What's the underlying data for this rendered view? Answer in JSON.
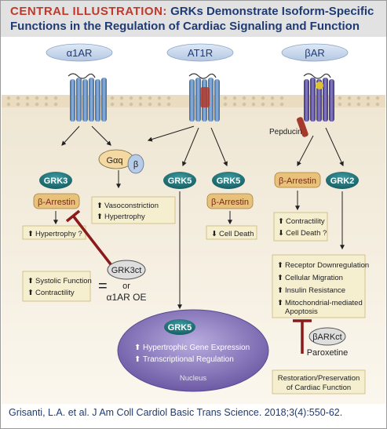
{
  "title": {
    "prefix": "CENTRAL ILLUSTRATION:",
    "line1": "GRKs Demonstrate Isoform-Specific",
    "line2": "Functions in the Regulation of Cardiac Signaling and Function"
  },
  "receptors": {
    "alpha1": "α1AR",
    "at1": "AT1R",
    "beta": "βAR"
  },
  "pepducin": "Pepducin",
  "g_protein": {
    "alpha": "Gαq",
    "beta": "β"
  },
  "grk3": "GRK3",
  "grk5_left": "GRK5",
  "grk5_right": "GRK5",
  "grk2": "GRK2",
  "arrestins": {
    "a1": "β-Arrestin",
    "at1": "β-Arrestin",
    "beta": "β-Arrestin"
  },
  "outcomes": {
    "hypertrophy_q": "Hypertrophy ?",
    "vasoconstriction": "Vasoconstriction",
    "hypertrophy": "Hypertrophy",
    "cell_death": "Cell Death",
    "contractility": "Contractility",
    "cell_death_q": "Cell Death ?",
    "receptor_down": "Receptor Downregulation",
    "cell_migration": "Cellular Migration",
    "insulin": "Insulin Resistance",
    "mito1": "Mitochondrial-mediated",
    "mito2": "Apoptosis"
  },
  "systolic": {
    "line1": "Systolic Function",
    "line2": "Contractility"
  },
  "equals": "=",
  "grk3ct": "GRK3ct",
  "or": "or",
  "alpha_oe": "α1AR OE",
  "nucleus": {
    "grk5": "GRK5",
    "line1": "Hypertrophic Gene Expression",
    "line2": "Transcriptional Regulation",
    "label": "Nucleus"
  },
  "barkct": "βARKct",
  "paroxetine": "Paroxetine",
  "restoration": {
    "line1": "Restoration/Preservation",
    "line2": "of Cardiac Function"
  },
  "citation": "Grisanti, L.A. et al. J Am Coll Cardiol Basic Trans Science. 2018;3(4):550-62.",
  "colors": {
    "title_red": "#c0392b",
    "title_blue": "#1f3b73",
    "grk_teal": "#1f6f74",
    "arrestin_fill": "#e8c27a",
    "box_fill": "#f6efcf",
    "inhibit_red": "#8b1a1a",
    "nucleus_purple": "#7d6ab0"
  }
}
